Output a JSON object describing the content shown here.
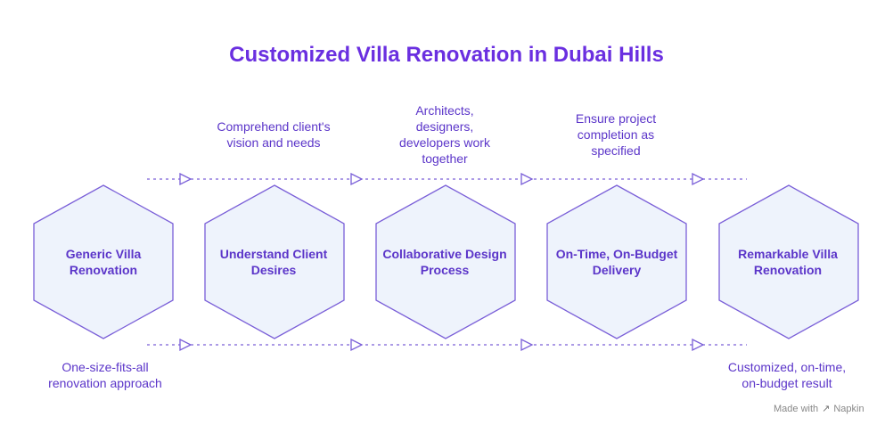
{
  "title": "Customized Villa Renovation in Dubai Hills",
  "steps": [
    {
      "line1": "Generic Villa",
      "line2": "Renovation"
    },
    {
      "line1": "Understand Client",
      "line2": "Desires"
    },
    {
      "line1": "Collaborative Design",
      "line2": "Process"
    },
    {
      "line1": "On-Time, On-Budget",
      "line2": "Delivery"
    },
    {
      "line1": "Remarkable Villa",
      "line2": "Renovation"
    }
  ],
  "top_captions": [
    {
      "lines": [
        "Comprehend client's",
        "vision and needs"
      ]
    },
    {
      "lines": [
        "Architects,",
        "designers,",
        "developers work",
        "together"
      ]
    },
    {
      "lines": [
        "Ensure project",
        "completion as",
        "specified"
      ]
    }
  ],
  "bottom_captions": [
    {
      "lines": [
        "One-size-fits-all",
        "renovation approach"
      ]
    },
    {
      "lines": [
        "Customized, on-time,",
        "on-budget result"
      ]
    }
  ],
  "footer": {
    "made_with": "Made with",
    "brand": "Napkin",
    "brand_icon": "napkin-logo-icon"
  },
  "colors": {
    "title": "#6a2fe0",
    "text": "#5b35c9",
    "hex_fill": "#eef3fc",
    "hex_stroke": "#7a5fd8",
    "connector": "#7a5fd8"
  }
}
